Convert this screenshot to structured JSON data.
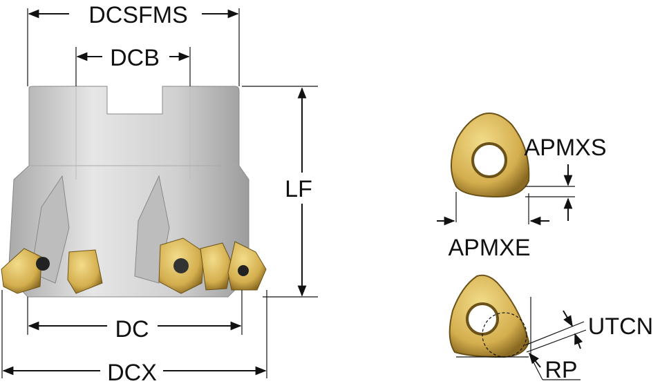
{
  "labels": {
    "dcsfms": "DCSFMS",
    "dcb": "DCB",
    "lf": "LF",
    "dc": "DC",
    "dcx": "DCX",
    "apmxs": "APMXS",
    "apmxe": "APMXE",
    "utcn": "UTCN",
    "rp": "RP"
  },
  "colors": {
    "body": "#cfcfcf",
    "body_dark": "#9a9a9a",
    "insert": "#d9b65a",
    "insert_dark": "#8a6a22",
    "line": "#111111"
  }
}
